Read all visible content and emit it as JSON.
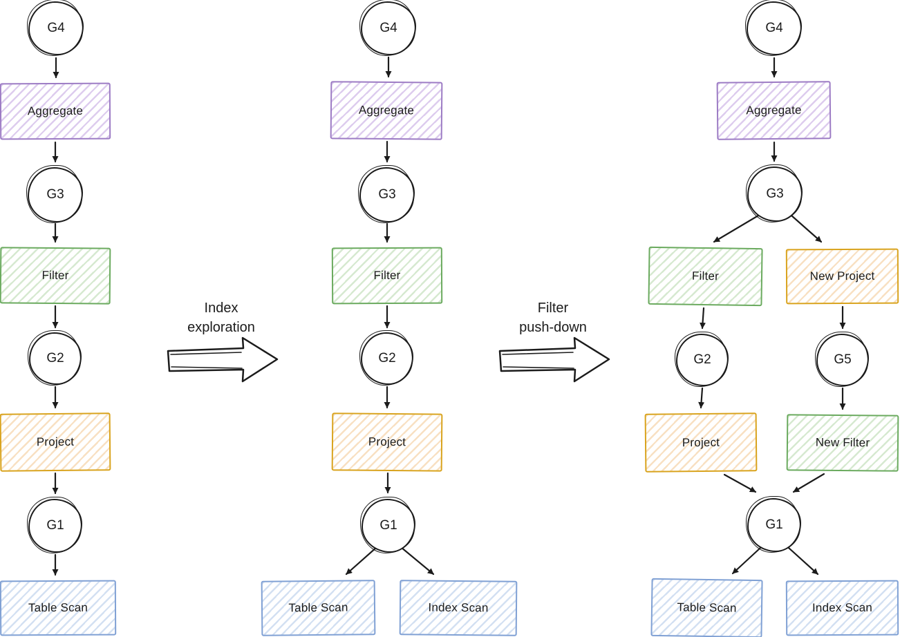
{
  "colors": {
    "ink": "#1b1b1b",
    "purple_stroke": "#9c7bc4",
    "purple_hatch": "#ddccee",
    "green_stroke": "#6aaa5e",
    "green_hatch": "#d6e9d0",
    "orange_stroke": "#d9a31d",
    "orange_hatch": "#f8e0c2",
    "blue_stroke": "#7fa0d4",
    "blue_hatch": "#d3e0f2"
  },
  "transforms": [
    {
      "label_line1": "Index",
      "label_line2": "exploration"
    },
    {
      "label_line1": "Filter",
      "label_line2": "push-down"
    }
  ],
  "plans": [
    {
      "nodes": {
        "g4": "G4",
        "aggregate": "Aggregate",
        "g3": "G3",
        "filter": "Filter",
        "g2": "G2",
        "project": "Project",
        "g1": "G1",
        "table_scan": "Table Scan"
      }
    },
    {
      "nodes": {
        "g4": "G4",
        "aggregate": "Aggregate",
        "g3": "G3",
        "filter": "Filter",
        "g2": "G2",
        "project": "Project",
        "g1": "G1",
        "table_scan": "Table Scan",
        "index_scan": "Index Scan"
      }
    },
    {
      "nodes": {
        "g4": "G4",
        "aggregate": "Aggregate",
        "g3": "G3",
        "filter": "Filter",
        "new_project": "New Project",
        "g2": "G2",
        "g5": "G5",
        "project": "Project",
        "new_filter": "New Filter",
        "g1": "G1",
        "table_scan": "Table Scan",
        "index_scan": "Index Scan"
      }
    }
  ]
}
